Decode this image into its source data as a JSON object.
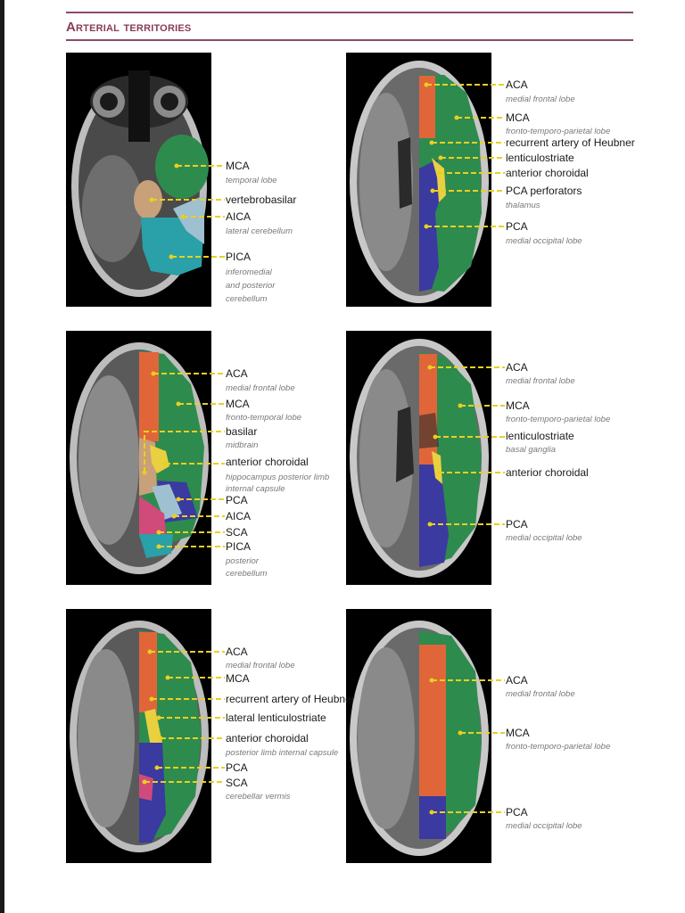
{
  "page": {
    "title": "Arterial territories"
  },
  "colors": {
    "mca": "#2e8b4e",
    "aca": "#e0663a",
    "pca": "#3a3aa0",
    "yellow": "#e8d040",
    "beige": "#c8a07a",
    "teal": "#2aa0a8",
    "lightblue": "#9ec0d0",
    "pink": "#d04a7a",
    "leader": "#e8d020",
    "title": "#8a3a5a"
  },
  "panels": [
    {
      "labels": [
        {
          "text": "MCA",
          "sub": "temporal lobe"
        },
        {
          "text": "vertebrobasilar"
        },
        {
          "text": "AICA",
          "sub": "lateral cerebellum"
        },
        {
          "text": "PICA",
          "sub": "inferomedial and posterior cerebellum"
        }
      ]
    },
    {
      "labels": [
        {
          "text": "ACA",
          "sub": "medial frontal lobe"
        },
        {
          "text": "MCA",
          "sub": "fronto-temporo-parietal lobe"
        },
        {
          "text": "recurrent artery of Heubner"
        },
        {
          "text": "lenticulostriate"
        },
        {
          "text": "anterior choroidal"
        },
        {
          "text": "PCA perforators",
          "sub": "thalamus"
        },
        {
          "text": "PCA",
          "sub": "medial occipital lobe"
        }
      ]
    },
    {
      "labels": [
        {
          "text": "ACA",
          "sub": "medial frontal lobe"
        },
        {
          "text": "MCA",
          "sub": "fronto-temporal lobe"
        },
        {
          "text": "basilar",
          "sub": "midbrain"
        },
        {
          "text": "anterior choroidal",
          "sub": "hippocampus posterior limb internal capsule"
        },
        {
          "text": "PCA"
        },
        {
          "text": "AICA"
        },
        {
          "text": "SCA"
        },
        {
          "text": "PICA",
          "sub": "posterior cerebellum"
        }
      ]
    },
    {
      "labels": [
        {
          "text": "ACA",
          "sub": "medial frontal lobe"
        },
        {
          "text": "MCA",
          "sub": "fronto-temporo-parietal lobe"
        },
        {
          "text": "lenticulostriate",
          "sub": "basal ganglia"
        },
        {
          "text": "anterior choroidal"
        },
        {
          "text": "PCA",
          "sub": "medial occipital lobe"
        }
      ]
    },
    {
      "labels": [
        {
          "text": "ACA",
          "sub": "medial frontal lobe"
        },
        {
          "text": "MCA"
        },
        {
          "text": "recurrent artery of Heubner"
        },
        {
          "text": "lateral lenticulostriate"
        },
        {
          "text": "anterior choroidal",
          "sub": "posterior limb internal capsule"
        },
        {
          "text": "PCA"
        },
        {
          "text": "SCA",
          "sub": "cerebellar vermis"
        }
      ]
    },
    {
      "labels": [
        {
          "text": "ACA",
          "sub": "medial frontal lobe"
        },
        {
          "text": "MCA",
          "sub": "fronto-temporo-parietal lobe"
        },
        {
          "text": "PCA",
          "sub": "medial occipital lobe"
        }
      ]
    }
  ]
}
